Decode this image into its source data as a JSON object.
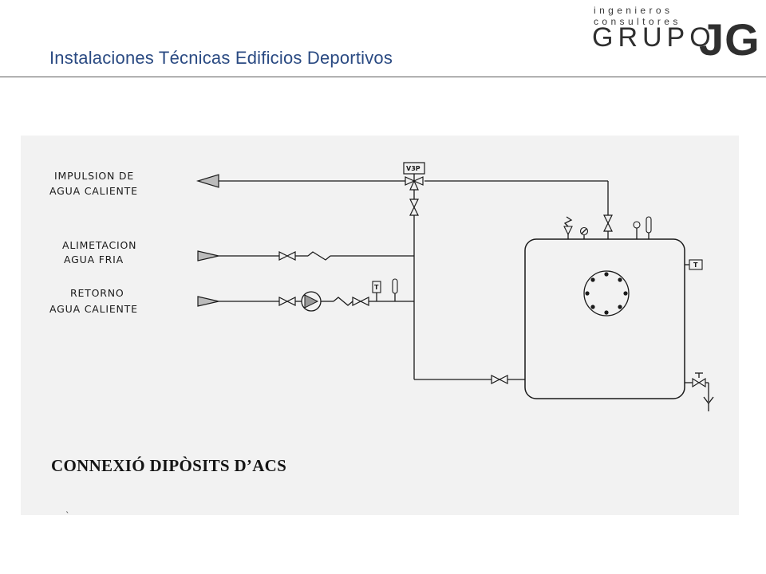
{
  "header": {
    "title": "Instalaciones Técnicas Edificios Deportivos"
  },
  "logo": {
    "tagline": "ingenieros consultores",
    "main": "GRUPO",
    "mark": "JG"
  },
  "diagram": {
    "labels": {
      "impulsion_line1": "IMPULSION DE",
      "impulsion_line2": "AGUA CALIENTE",
      "alimentacion_line1": "ALIMETACION",
      "alimentacion_line2": "AGUA FRIA",
      "retorno_line1": "RETORNO",
      "retorno_line2": "AGUA CALIENTE",
      "valve_v3p": "V3P",
      "thermo_t": "T"
    },
    "caption": "CONNEXIÓ DIPÒSITS D’ACS"
  }
}
